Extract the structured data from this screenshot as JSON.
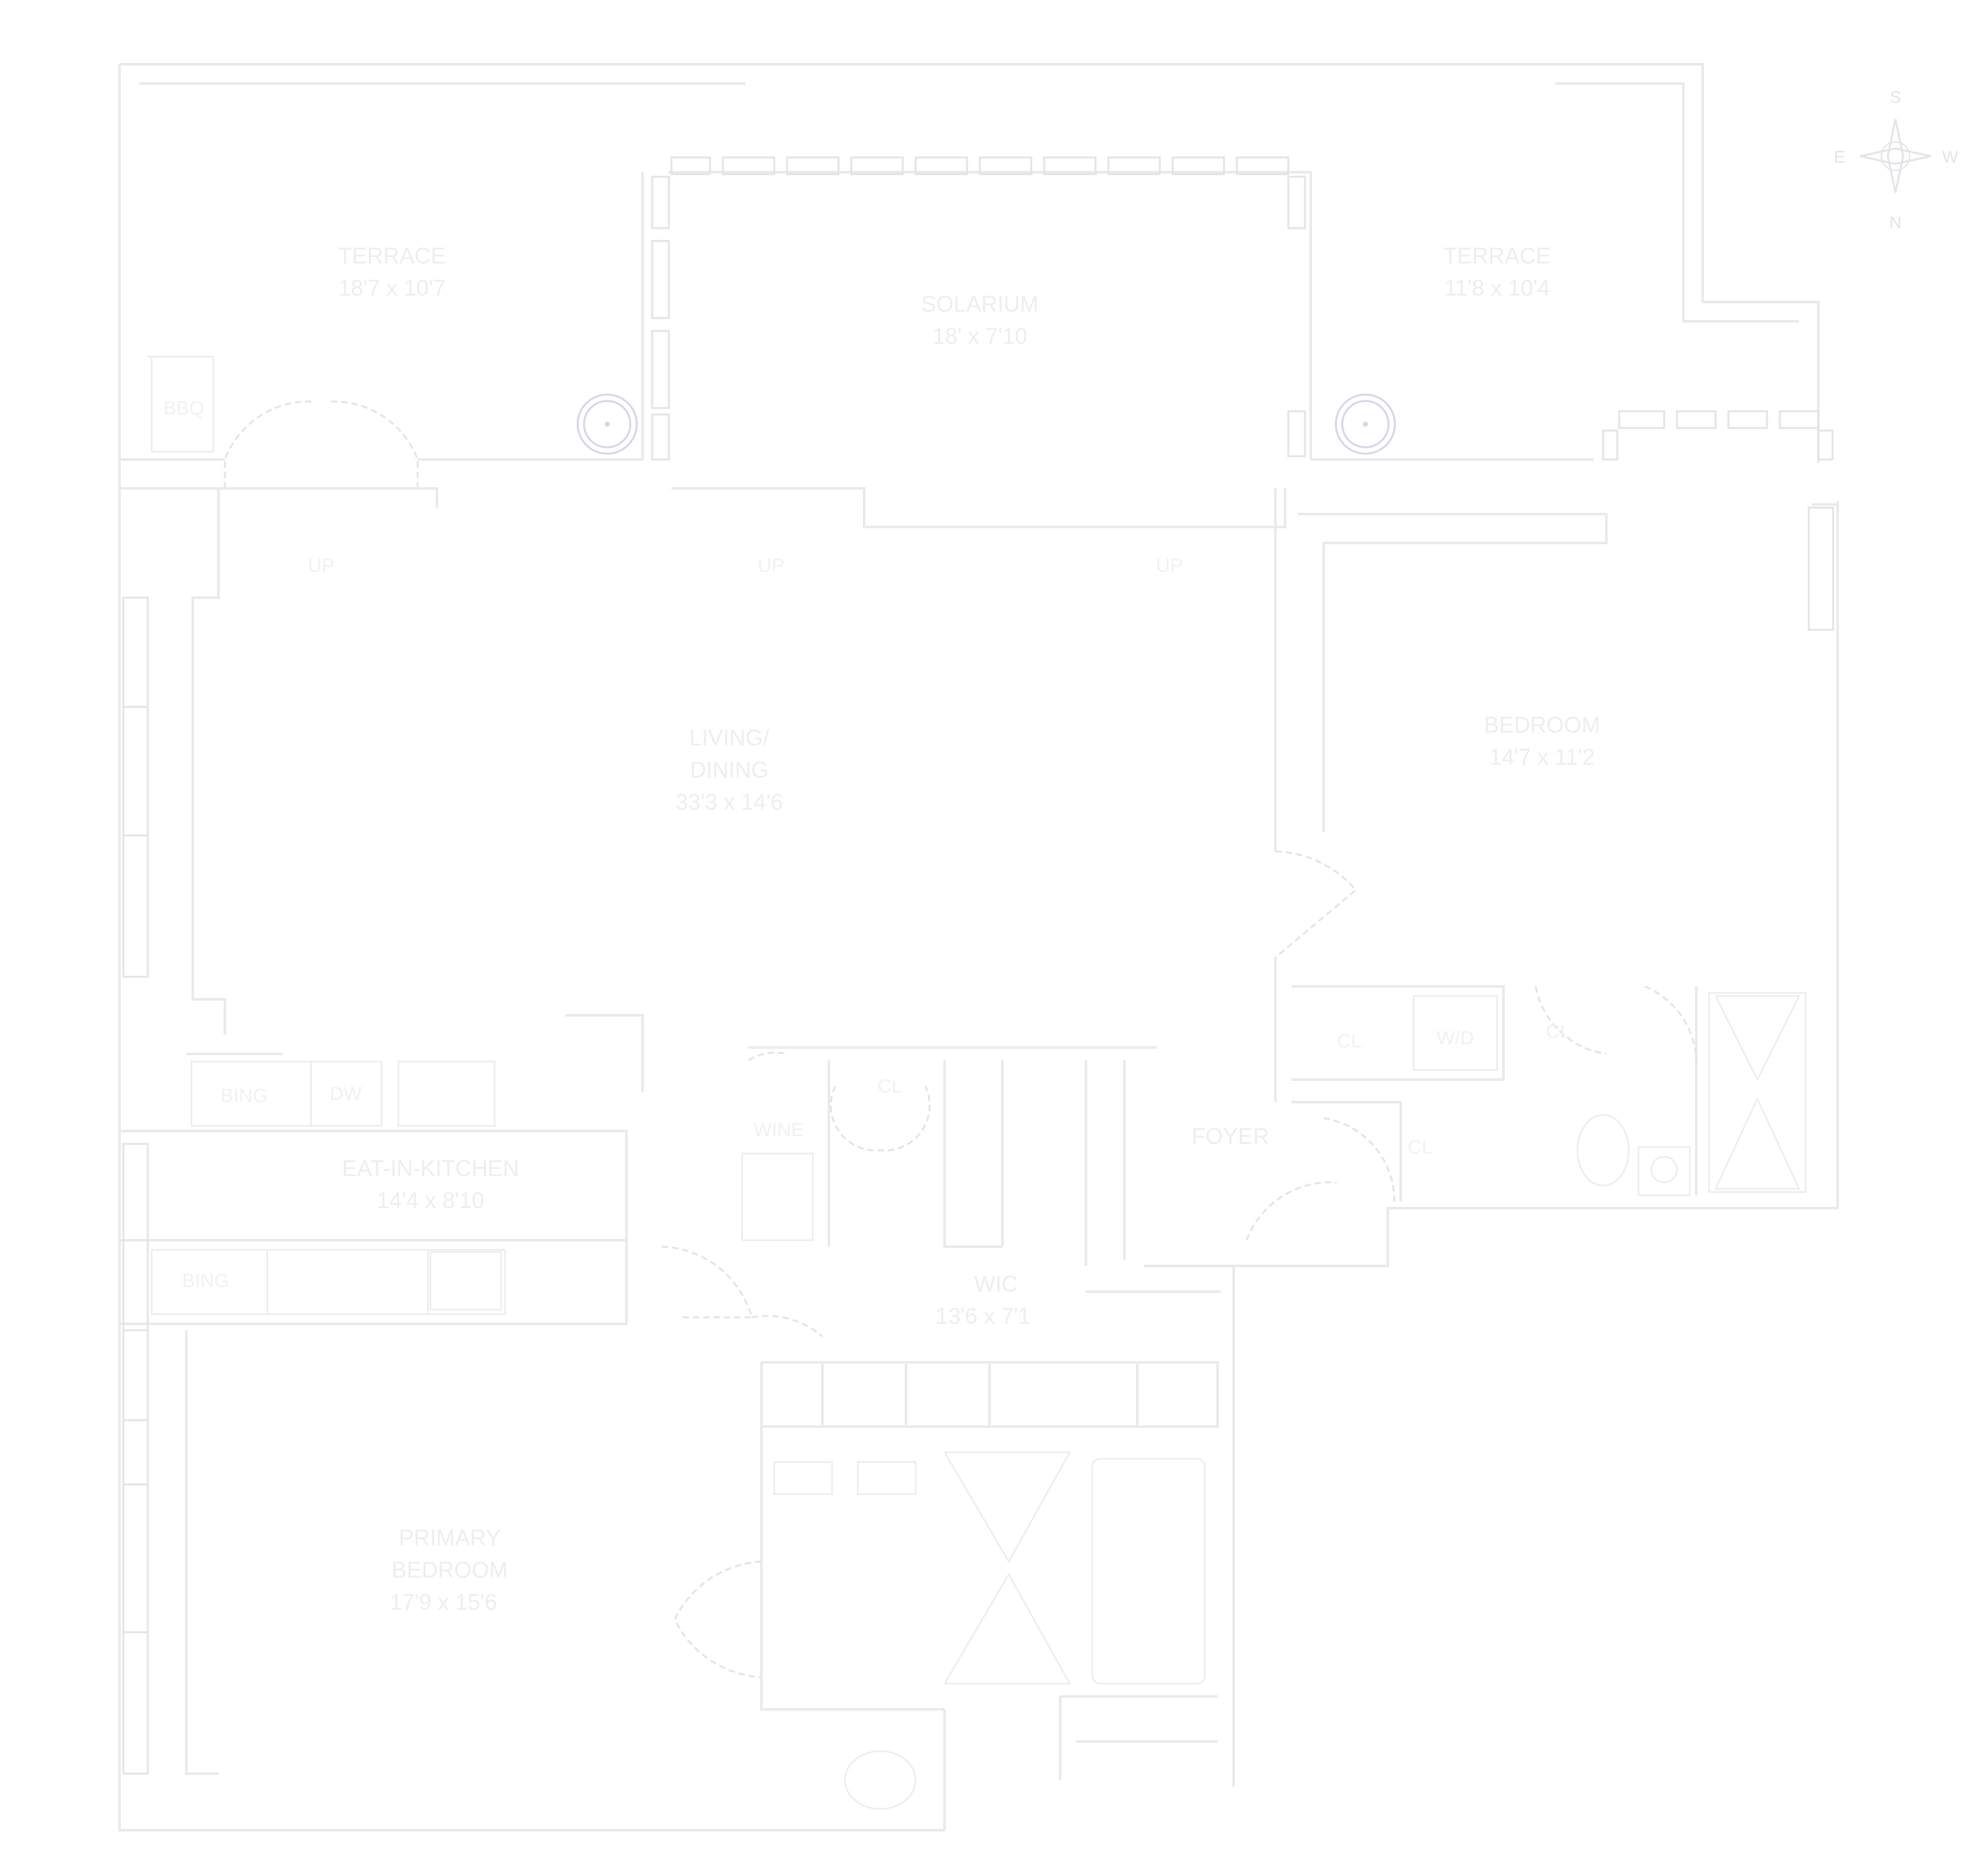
{
  "rooms": {
    "terrace_west": {
      "name": "TERRACE",
      "size": "18'7 x 10'7"
    },
    "solarium": {
      "name": "SOLARIUM",
      "size": "18' x 7'10"
    },
    "terrace_east": {
      "name": "TERRACE",
      "size": "11'8 x 10'4"
    },
    "living_dining": {
      "name_1": "LIVING/",
      "name_2": "DINING",
      "size": "33'3 x 14'6"
    },
    "bedroom": {
      "name": "BEDROOM",
      "size": "14'7 x 11'2"
    },
    "kitchen": {
      "name": "EAT-IN-KITCHEN",
      "size": "14'4 x 8'10"
    },
    "wic": {
      "name": "WIC",
      "size": "13'6 x 7'1"
    },
    "foyer": {
      "name": "FOYER"
    },
    "primary_bedroom": {
      "name_1": "PRIMARY",
      "name_2": "BEDROOM",
      "size": "17'9 x 15'6"
    }
  },
  "fixtures": {
    "bbq": "BBQ",
    "bing_top": "BING",
    "dw": "DW",
    "bing_bottom": "BING",
    "wine": "WINE",
    "cl_hall": "CL",
    "cl_bedroom": "CL",
    "wd": "W/D",
    "cl_bath": "CL",
    "cl_foyer": "CL",
    "up_1": "UP",
    "up_2": "UP",
    "up_3": "UP"
  },
  "compass": {
    "top": "S",
    "right": "W",
    "bottom": "N",
    "left": "E"
  },
  "colors": {
    "lines": "#eaeaec",
    "text": "#eeeef0",
    "trees": "#d6d6ea"
  }
}
